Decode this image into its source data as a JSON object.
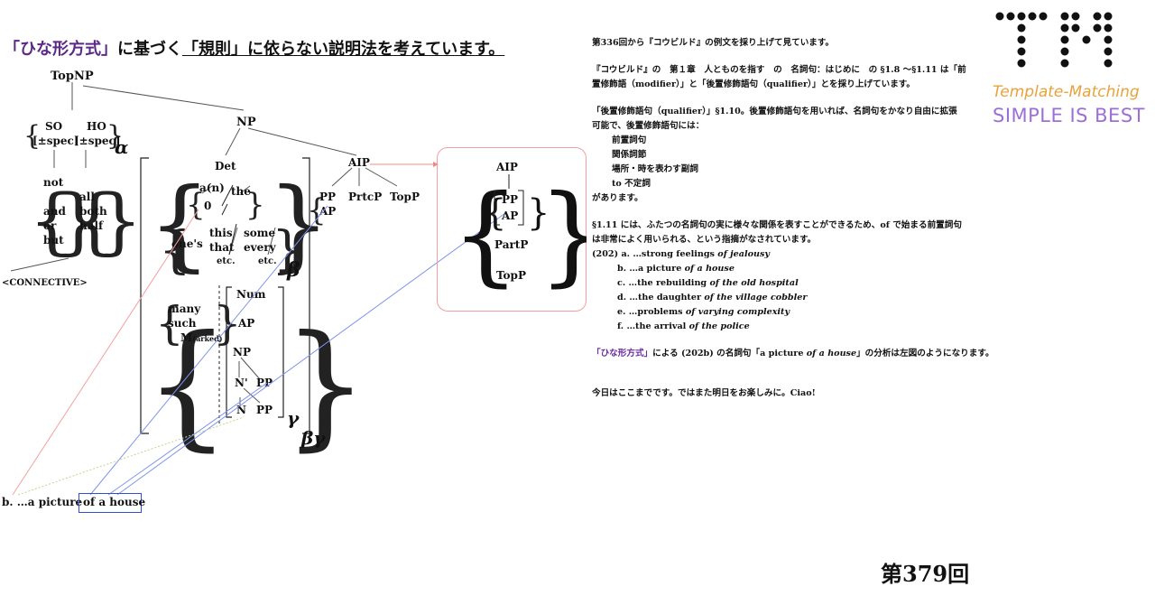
{
  "title": {
    "part1": "「ひな形方式」",
    "part2": "に基づく",
    "part3": "「規則」",
    "part4": "に依らない説明法を考えています。"
  },
  "tree": {
    "topnp": "TopNP",
    "np": "NP",
    "so": "SO",
    "ho": "HO",
    "spec1": "[±spec]",
    "spec2": "[±spec]",
    "alpha": "α",
    "beta": "β",
    "gamma": "γ",
    "betagamma": "βγ",
    "not": "not",
    "and": "and",
    "or": "or",
    "but": "but",
    "all": "all",
    "both": "both",
    "half": "half",
    "connective": "<CONNECTIVE>",
    "det": "Det",
    "an": "a(n)",
    "the": "the",
    "zero": "0",
    "ones": "one's",
    "this": "this",
    "that": "that",
    "etc1": "etc.",
    "some": "some",
    "every": "every",
    "etc2": "etc.",
    "many": "many",
    "such": "such",
    "marked_m": "M",
    "marked_sub": "(arked)",
    "num": "Num",
    "ap": "AP",
    "np_small": "NP",
    "nbar": "N'",
    "pp1": "PP",
    "n": "N",
    "pp2": "PP",
    "aip": "AIP",
    "pp_small": "PP",
    "ap_small": "AP",
    "prtcp": "PrtcP",
    "topp": "TopP"
  },
  "box": {
    "aip": "AIP",
    "pp": "PP",
    "ap": "AP",
    "partp": "PartP",
    "topp": "TopP"
  },
  "example": {
    "prefix": "b. …a picture",
    "boxed": "of a house"
  },
  "right": {
    "l1": "第336回から『コウビルド』の例文を採り上げて見ています。",
    "l2": "『コウビルド』の　第１章　人とものを指す　の　名詞句：はじめに　の §1.8 〜§1.11 は「前",
    "l3": "置修飾語（modifier）」と「後置修飾語句（qualifier）」とを採り上げています。",
    "l4": "「後置修飾語句（qualifier）」§1.10。後置修飾語句を用いれば、名詞句をかなり自由に拡張",
    "l5": "可能で、後置修飾語句には：",
    "l6": "前置詞句",
    "l7": "関係詞節",
    "l8": "場所・時を表わす副詞",
    "l9": "to 不定詞",
    "l10": "があります。",
    "l11": "§1.11 には、ふたつの名詞句の実に様々な関係を表すことができるため、of で始まる前置詞句",
    "l12": "は非常によく用いられる、という指摘がなされています。",
    "ex_a_pre": "(202) a. …strong feelings ",
    "ex_a_it": "of jealousy",
    "ex_b_pre": "b. …a picture ",
    "ex_b_it": "of a house",
    "ex_c_pre": "c. …the rebuilding ",
    "ex_c_it": "of the old hospital",
    "ex_d_pre": "d. …the daughter ",
    "ex_d_it": "of the village cobbler",
    "ex_e_pre": "e. …problems ",
    "ex_e_it": "of varying complexity",
    "ex_f_pre": "f. …the arrival ",
    "ex_f_it": "of the police",
    "l13_purple": "「ひな形方式」",
    "l13_a": "による (202b) の名詞句「a picture ",
    "l13_it": "of a house",
    "l13_b": "」の分析は左図のようになります。",
    "l14": "今日はここまでです。ではまた明日をお楽しみに。Ciao!"
  },
  "episode": "第379回",
  "logo": {
    "line1": "Template-Matching",
    "line2": "SIMPLE IS BEST"
  },
  "colors": {
    "purple": "#5b2a86",
    "blue_arrow": "#6f86e8",
    "red_arrow": "#f08a8a",
    "box_border": "#f0a0a0",
    "logo_orange": "#e9a23b",
    "logo_purple": "#9b6fd6"
  }
}
